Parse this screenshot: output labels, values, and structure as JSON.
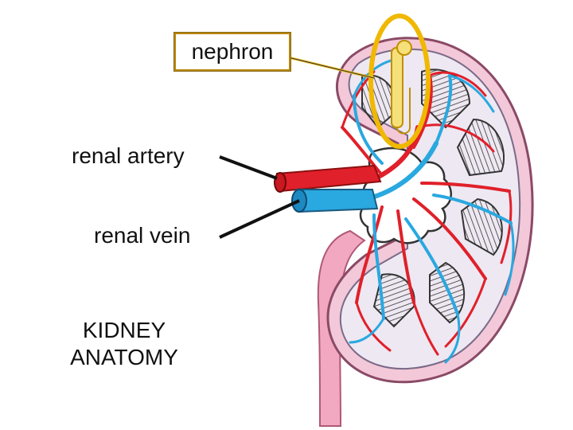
{
  "labels": {
    "nephron": "nephron",
    "renal_artery": "renal artery",
    "renal_vein": "renal vein",
    "title_line1": "KIDNEY",
    "title_line2": "ANATOMY"
  },
  "colors": {
    "artery": "#e0202a",
    "vein": "#2aa8e0",
    "capsule": "#f2c6d6",
    "tissue": "#eeeaf2",
    "pyramid_lines": "#333333",
    "highlight_ring": "#f0b800",
    "leader_line": "#111111",
    "nephron_leader": "#f0c020"
  }
}
